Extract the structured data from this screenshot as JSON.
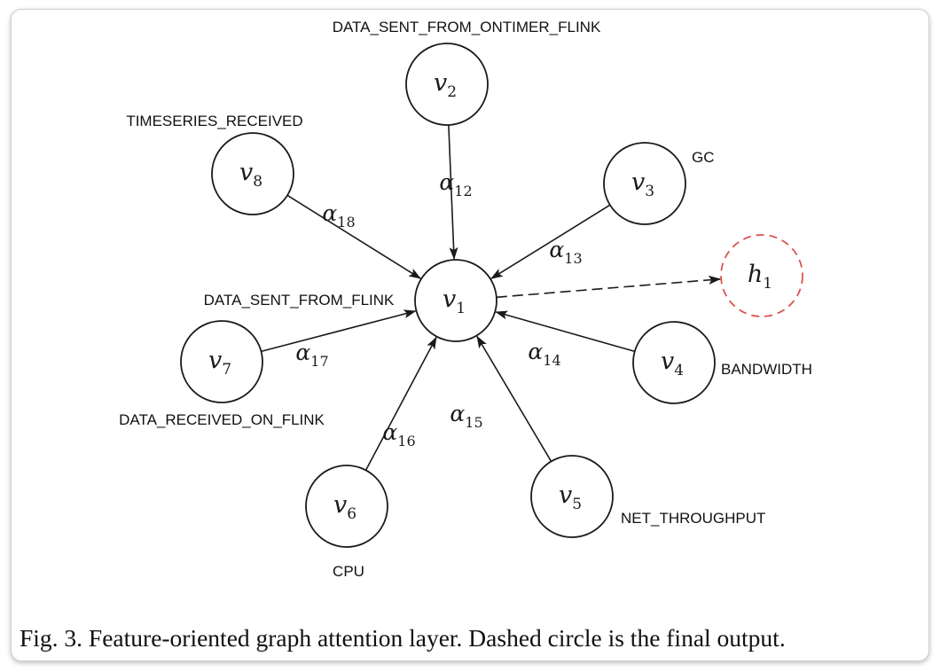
{
  "nodes": [
    {
      "id": "v1",
      "base": "v",
      "sub": "1",
      "feature": "DATA_SENT_FROM_FLINK",
      "output": false
    },
    {
      "id": "v2",
      "base": "v",
      "sub": "2",
      "feature": "DATA_SENT_FROM_ONTIMER_FLINK",
      "output": false
    },
    {
      "id": "v3",
      "base": "v",
      "sub": "3",
      "feature": "GC",
      "output": false
    },
    {
      "id": "v4",
      "base": "v",
      "sub": "4",
      "feature": "BANDWIDTH",
      "output": false
    },
    {
      "id": "v5",
      "base": "v",
      "sub": "5",
      "feature": "NET_THROUGHPUT",
      "output": false
    },
    {
      "id": "v6",
      "base": "v",
      "sub": "6",
      "feature": "CPU",
      "output": false
    },
    {
      "id": "v7",
      "base": "v",
      "sub": "7",
      "feature": "DATA_RECEIVED_ON_FLINK",
      "output": false
    },
    {
      "id": "v8",
      "base": "v",
      "sub": "8",
      "feature": "TIMESERIES_RECEIVED",
      "output": false
    },
    {
      "id": "h1",
      "base": "h",
      "sub": "1",
      "feature": "",
      "output": true
    }
  ],
  "edges": [
    {
      "from": "v2",
      "to": "v1",
      "base": "α",
      "sub": "12",
      "style": "solid"
    },
    {
      "from": "v3",
      "to": "v1",
      "base": "α",
      "sub": "13",
      "style": "solid"
    },
    {
      "from": "v4",
      "to": "v1",
      "base": "α",
      "sub": "14",
      "style": "solid"
    },
    {
      "from": "v5",
      "to": "v1",
      "base": "α",
      "sub": "15",
      "style": "solid"
    },
    {
      "from": "v6",
      "to": "v1",
      "base": "α",
      "sub": "16",
      "style": "solid"
    },
    {
      "from": "v7",
      "to": "v1",
      "base": "α",
      "sub": "17",
      "style": "solid"
    },
    {
      "from": "v8",
      "to": "v1",
      "base": "α",
      "sub": "18",
      "style": "solid"
    },
    {
      "from": "v1",
      "to": "h1",
      "base": "",
      "sub": "",
      "style": "dashed"
    }
  ],
  "colors": {
    "stroke": "#1a1a1a",
    "output_stroke": "#d9534f"
  },
  "caption": "Fig. 3.  Feature-oriented graph attention layer. Dashed circle is the final output."
}
